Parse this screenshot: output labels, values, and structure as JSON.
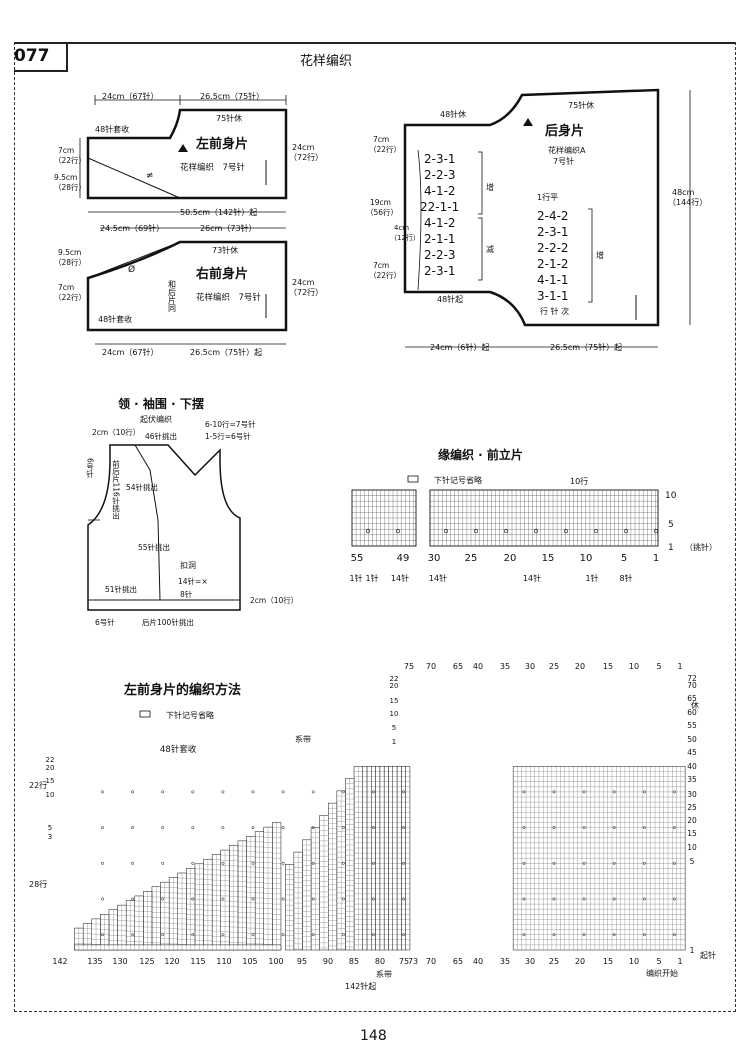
{
  "page": {
    "number": "077",
    "header_title": "花样编织",
    "footer_page": "148"
  },
  "left_front": {
    "title": "左前身片",
    "pattern": "花样编织　7号针",
    "top_left_width": "24cm（67针）",
    "top_right_width": "26.5cm（75针）",
    "rest_label": "75针休",
    "bindoff_label": "48针套收",
    "left_dims": [
      "7cm",
      "（22行）",
      "9.5cm",
      "（28行）"
    ],
    "right_dims": [
      "24cm",
      "（72行）"
    ],
    "bottom_label": "50.5cm（142针）起",
    "symbol_label": "≠"
  },
  "right_front": {
    "title": "右前身片",
    "pattern": "花样编织　7号针",
    "top_left_width": "24.5cm（69针）",
    "top_right_width": "26cm（73针）",
    "rest_label": "73针休",
    "bindoff_label": "48针套收",
    "left_dims": [
      "9.5cm",
      "（28行）",
      "7cm",
      "（22行）"
    ],
    "right_dims": [
      "24cm",
      "（72行）"
    ],
    "bottom_left": "24cm（67针）",
    "bottom_right": "26.5cm（75针）起",
    "side_note": "和后片同",
    "symbol_label": "Ø"
  },
  "back": {
    "title": "后身片",
    "pattern": "花样编织A",
    "needle": "7号针",
    "rest_label": "75针休",
    "top_label": "48针休",
    "bottom_label": "48针起",
    "left_dims": [
      "7cm",
      "（22行）",
      "19cm",
      "（56行）",
      "4cm",
      "（12行）",
      "7cm",
      "（22行）"
    ],
    "right_dims": [
      "48cm",
      "（144行）"
    ],
    "seq_left": [
      "2-3-1",
      "2-2-3",
      "4-1-2",
      "22-1-1",
      "4-1-2",
      "2-1-1",
      "2-2-3",
      "2-3-1"
    ],
    "seq_left_notes": [
      "增",
      "减"
    ],
    "row_flat": "1行平",
    "seq_right": [
      "2-4-2",
      "2-3-1",
      "2-2-2",
      "2-1-2",
      "4-1-1",
      "3-1-1"
    ],
    "seq_right_note": "增",
    "seq_right_caption": "行 针 次",
    "bottom_left": "24cm（6针）起",
    "bottom_right": "26.5cm（75针）起"
  },
  "collar": {
    "title": "领 · 袖围 · 下摆",
    "subtitle": "起伏编织",
    "labels": {
      "two_cm_top": "2cm（10行）",
      "pickup_46": "46针挑出",
      "needle_note_1": "6-10行=7号针",
      "needle_note_2": "1-5行=6号针",
      "six_needle": "6号针",
      "front_back": "前后片116针挑出",
      "pickup_54": "54针挑出",
      "pickup_55": "55针挑出",
      "buttonhole": "扣洞",
      "fourteen": "14针=×",
      "eight": "8针",
      "pickup_51": "51针挑出",
      "two_cm_bottom": "2cm（10行）",
      "six_needle_bottom": "6号针",
      "back_pickup": "后片100针挑出"
    }
  },
  "edge_chart": {
    "title": "缘编织 · 前立片",
    "legend": "下针记号省略",
    "top_label": "10行",
    "row_labels": [
      "10",
      "5",
      "1"
    ],
    "row_note": "（挑针）",
    "col_labels": [
      "55",
      "49",
      "30",
      "25",
      "20",
      "15",
      "10",
      "5",
      "1"
    ],
    "bottom_labels": [
      "1针",
      "1针",
      "14针",
      "14针",
      "14针",
      "1针",
      "8针"
    ]
  },
  "main_chart": {
    "title": "左前身片的编织方法",
    "legend": "下针记号省略",
    "bindoff_label": "48针套收",
    "tie_label": "系带",
    "tie_label_bottom": "系带",
    "total_label": "142针起",
    "start_label": "编织开始",
    "cast_on_label": "起针",
    "top_cols_left": [
      "75",
      "70",
      "65"
    ],
    "top_cols_right": [
      "40",
      "35",
      "30",
      "25",
      "20",
      "15",
      "10",
      "5",
      "1"
    ],
    "bottom_cols": [
      "142",
      "135",
      "130",
      "125",
      "120",
      "115",
      "110",
      "105",
      "100",
      "95",
      "90",
      "85",
      "80",
      "75",
      "73",
      "70",
      "65",
      "40",
      "35",
      "30",
      "25",
      "20",
      "15",
      "10",
      "5",
      "1"
    ],
    "right_rows": [
      "72",
      "70",
      "65",
      "60",
      "55",
      "50",
      "45",
      "40",
      "35",
      "30",
      "25",
      "20",
      "15",
      "10",
      "5",
      "1"
    ],
    "stair_rows": [
      "22",
      "20",
      "15",
      "10",
      "5",
      "1"
    ],
    "left_rows": [
      "22",
      "20",
      "15",
      "10",
      "5",
      "3"
    ],
    "left_dims": [
      "22行",
      "28行"
    ],
    "top_rows_left": [
      "22",
      "20"
    ],
    "rest_marker": "休"
  }
}
